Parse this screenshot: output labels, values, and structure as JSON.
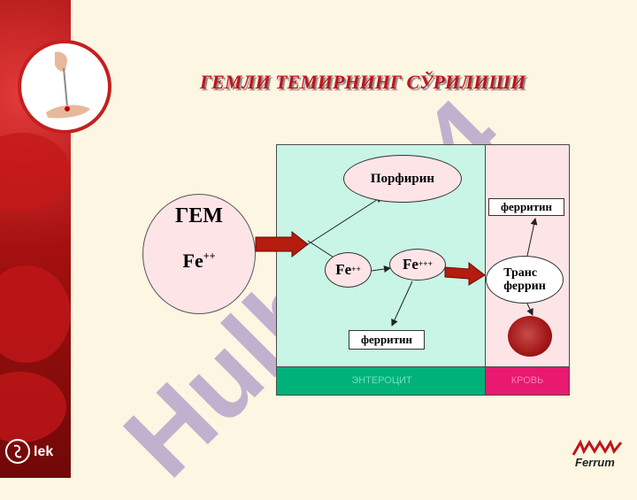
{
  "title": "ГЕМЛИ ТЕМИРНИНГ СЎРИЛИШИ",
  "watermark": "Hulbat 24",
  "diagram": {
    "gem": {
      "label": "ГЕМ",
      "fe_base": "Fe",
      "fe_sup": "++"
    },
    "porphyrin": "Порфирин",
    "fe2": {
      "base": "Fe",
      "sup": "++"
    },
    "fe3": {
      "base": "Fe",
      "sup": "+++"
    },
    "ferritin_blood": "ферритин",
    "ferritin_cell": "ферритин",
    "transferrin_line1": "Транс",
    "transferrin_line2": "феррин",
    "bar_left": "ЭНТЕРОЦИТ",
    "bar_right": "КРОВЬ"
  },
  "logos": {
    "left": "lek",
    "right": "Ferrum"
  },
  "colors": {
    "accent_title": "#c0141a",
    "green_panel": "#c8f5e6",
    "green_bar": "#00b27a",
    "pink_bar": "#e8196e",
    "arrow": "#b41c0e"
  }
}
